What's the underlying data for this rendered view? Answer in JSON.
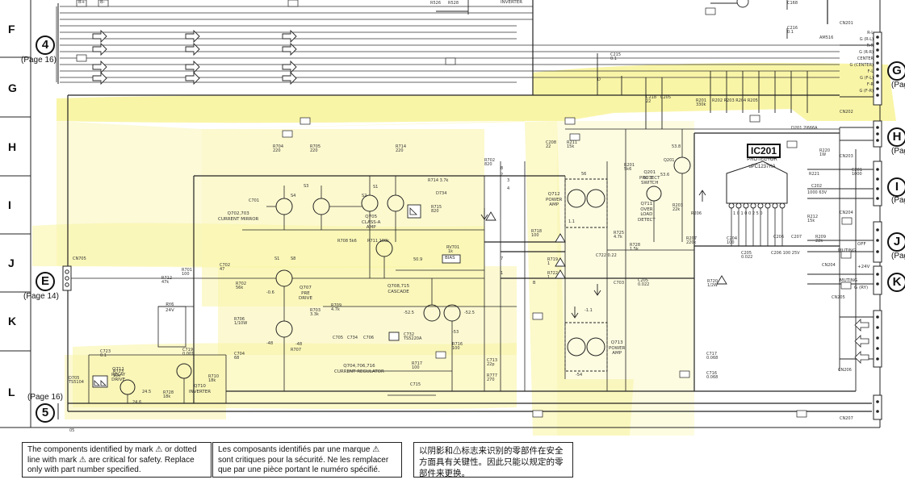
{
  "row_labels": [
    "F",
    "G",
    "H",
    "I",
    "J",
    "K",
    "L"
  ],
  "left_refs": [
    {
      "symbol": "4",
      "page": "(Page 16)"
    },
    {
      "symbol": "E",
      "page": "(Page 14)"
    },
    {
      "symbol": "5",
      "page": "(Page 16)"
    }
  ],
  "right_refs": [
    {
      "symbol": "G",
      "page": "(Pag"
    },
    {
      "symbol": "H",
      "page": "(Pag"
    },
    {
      "symbol": "I",
      "page": "(Pag"
    },
    {
      "symbol": "J",
      "page": "(Pag"
    },
    {
      "symbol": "K",
      "page": ""
    }
  ],
  "ic": {
    "name": "IC201",
    "line1": "IC201",
    "line2": "uPC1237HA",
    "function": "PROTECTOR"
  },
  "connectors": {
    "cn201": "CN201",
    "cn202": "CN202",
    "cn203": "CN203",
    "cn204": "CN204",
    "cn205": "CN205",
    "cn206": "CN206",
    "cn207": "CN207",
    "cn705": "CN705"
  },
  "output_pins": [
    "R-L",
    "G (R-L)",
    "R-R",
    "G (R-R)",
    "CENTER",
    "G (CENTER)",
    "F-L",
    "G (F-L)",
    "F-R",
    "G (F-R)"
  ],
  "muting_labels": [
    "MUTING",
    "OFF",
    "MUTING",
    "+24V",
    "G (RY)"
  ],
  "section_labels": [
    {
      "id": "current-mirror",
      "text": "Q702,703\nCURRENT MIRROR"
    },
    {
      "id": "class-a-amp",
      "text": "Q705\nCLASS-A\nAMP"
    },
    {
      "id": "pre-drive",
      "text": "Q707\nPRE\nDRIVE"
    },
    {
      "id": "cascade",
      "text": "Q708,715\nCASCADE"
    },
    {
      "id": "current-regulator",
      "text": "Q704,706,716\nCURRENT REGULATOR"
    },
    {
      "id": "power-amp-top",
      "text": "Q712\nPOWER\nAMP"
    },
    {
      "id": "power-amp-bottom",
      "text": "Q713\nPOWER\nAMP"
    },
    {
      "id": "protect-switch",
      "text": "Q201\nPROTECT\nSWITCH"
    },
    {
      "id": "over-load-detect",
      "text": "Q711\nOVER\nLOAD\nDETECT"
    },
    {
      "id": "relay-drive",
      "text": "Q711\nRELAY\nDRIVE"
    },
    {
      "id": "inverter-bottom",
      "text": "Q710\nINVERTER"
    },
    {
      "id": "inverter-top",
      "text": "INVERTER"
    },
    {
      "id": "bias",
      "text": "BIAS"
    },
    {
      "id": "relay-24v",
      "text": "RY6\n24V"
    }
  ],
  "b_plus_label": "B+",
  "b_minus_label": "B-",
  "notes": {
    "en": "The components identified by mark ⚠ or dotted line with mark ⚠ are critical for safety. Replace only with part number specified.",
    "fr": "Les composants identifiés par une marque ⚠ sont critiques pour la sécurité.    Ne les remplacer que par une pièce portant le numéro spécifié.",
    "cn": "以阴影和⚠标志来识别的零部件在安全方面具有关键性。因此只能以规定的零部件来更换。"
  },
  "colors": {
    "highlight": "#f7f28a",
    "ink": "#111111"
  }
}
